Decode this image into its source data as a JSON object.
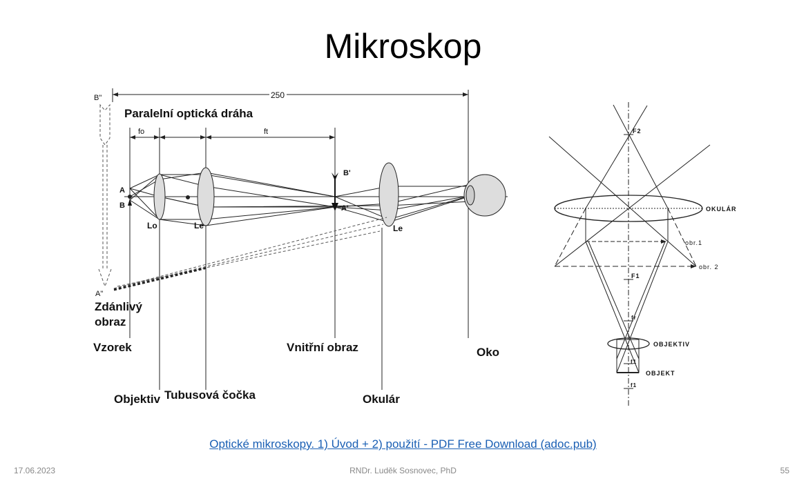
{
  "slide": {
    "title": "Mikroskop",
    "source_link": "Optické mikroskopy. 1) Úvod + 2) použití - PDF Free Download (adoc.pub)",
    "date": "17.06.2023",
    "author": "RNDr. Luděk Sosnovec, PhD",
    "page_number": "55"
  },
  "left_diagram": {
    "heading": "Paralelní optická dráha",
    "distance": "250",
    "fo": "fo",
    "ft": "ft",
    "points": {
      "A": "A",
      "B": "B",
      "A1": "A'",
      "B1": "B'",
      "A2": "A\"",
      "B2": "B\""
    },
    "lens_labels": {
      "lo": "Lo",
      "le1": "Le",
      "le2": "Le"
    },
    "virtual_image": [
      "Zdánlivý",
      "obraz"
    ],
    "labels": {
      "sample": "Vzorek",
      "objective": "Objektiv",
      "tube_lens": "Tubusová čočka",
      "intermediate_image": "Vnitřní obraz",
      "eyepiece": "Okulár",
      "eye": "Oko"
    }
  },
  "right_diagram": {
    "f2": "F2",
    "f1": "F1",
    "fr": "fr",
    "f1_small_a": "f1",
    "f1_small_b": "f1",
    "okular": "OKULÁR",
    "obr1": "obr.1",
    "obr2": "obr. 2",
    "objektiv": "OBJEKTIV",
    "objekt": "OBJEKT"
  }
}
